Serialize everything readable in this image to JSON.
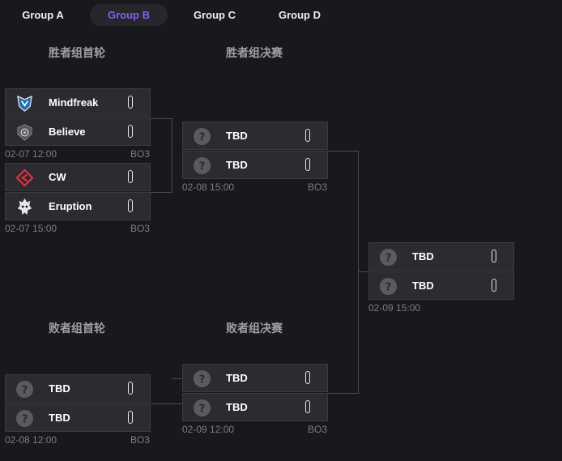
{
  "tabs": [
    {
      "label": "Group A",
      "active": false
    },
    {
      "label": "Group B",
      "active": true
    },
    {
      "label": "Group C",
      "active": false
    },
    {
      "label": "Group D",
      "active": false
    }
  ],
  "stages": {
    "winners_r1": "胜者组首轮",
    "winners_final": "胜者组决赛",
    "losers_r1": "败者组首轮",
    "losers_final": "败者组决赛"
  },
  "matches": [
    {
      "teams": [
        {
          "name": "Mindfreak",
          "score": "0"
        },
        {
          "name": "Believe",
          "score": "0"
        }
      ],
      "time": "02-07 12:00",
      "format": "BO3"
    },
    {
      "teams": [
        {
          "name": "CW",
          "score": "0"
        },
        {
          "name": "Eruption",
          "score": "0"
        }
      ],
      "time": "02-07 15:00",
      "format": "BO3"
    },
    {
      "teams": [
        {
          "name": "TBD",
          "score": "0"
        },
        {
          "name": "TBD",
          "score": "0"
        }
      ],
      "time": "02-08 15:00",
      "format": "BO3"
    },
    {
      "teams": [
        {
          "name": "TBD",
          "score": "0"
        },
        {
          "name": "TBD",
          "score": "0"
        }
      ],
      "time": "02-09 15:00",
      "format": ""
    },
    {
      "teams": [
        {
          "name": "TBD",
          "score": "0"
        },
        {
          "name": "TBD",
          "score": "0"
        }
      ],
      "time": "02-08 12:00",
      "format": "BO3"
    },
    {
      "teams": [
        {
          "name": "TBD",
          "score": "0"
        },
        {
          "name": "TBD",
          "score": "0"
        }
      ],
      "time": "02-09 12:00",
      "format": "BO3"
    }
  ],
  "icons": {
    "mindfreak": "mindfreak-logo-icon",
    "believe": "believe-logo-icon",
    "cw": "cw-logo-icon",
    "eruption": "eruption-logo-icon",
    "tbd": "question-mark-icon"
  },
  "colors": {
    "background": "#18181d",
    "card": "#2b2b31",
    "accent": "#8b5cf6",
    "cw_red": "#e0313f"
  }
}
